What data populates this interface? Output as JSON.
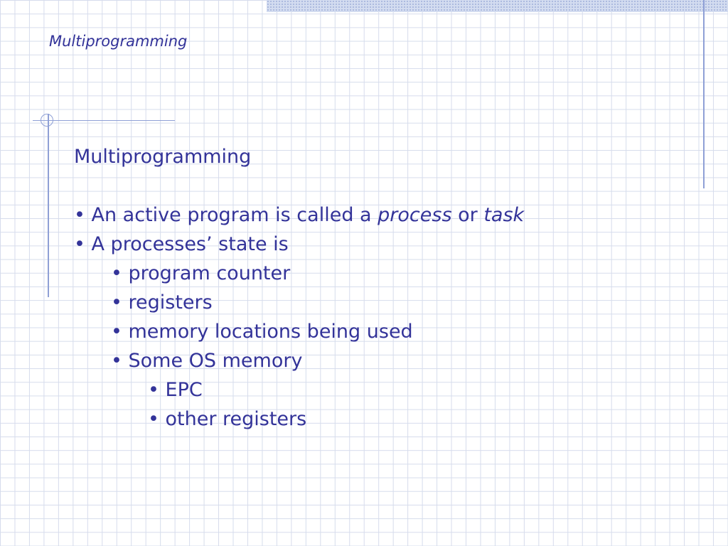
{
  "slide": {
    "header": "Multiprogramming",
    "heading": "Multiprogramming",
    "bullets": {
      "b1_prefix": "• An active program is called a ",
      "b1_term1": "process",
      "b1_mid": " or ",
      "b1_term2": "task",
      "b2": "• A processes’ state is",
      "b2_1": "•  program counter",
      "b2_2": "•  registers",
      "b2_3": "•  memory locations being used",
      "b2_4": "• Some OS memory",
      "b2_4_1": "• EPC",
      "b2_4_2": "• other registers"
    }
  }
}
